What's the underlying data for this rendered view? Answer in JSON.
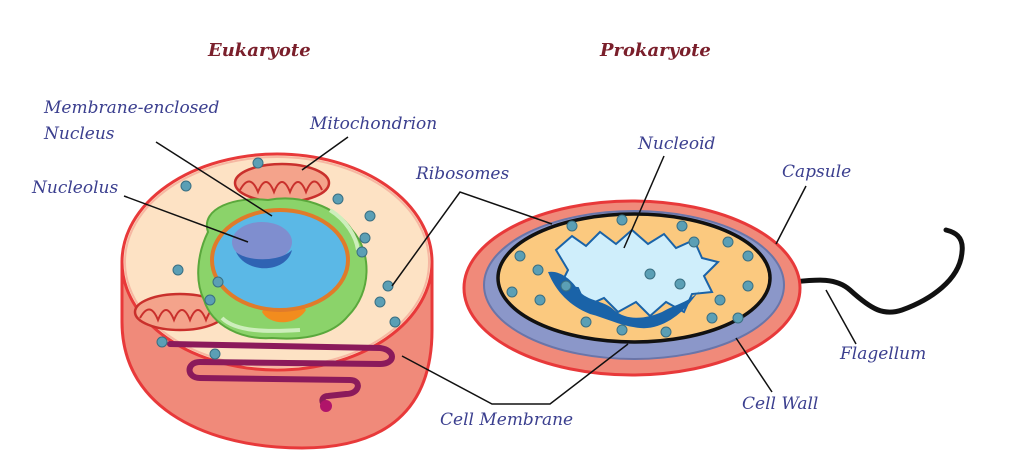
{
  "titles": {
    "eukaryote": "Eukaryote",
    "prokaryote": "Prokaryote"
  },
  "labels": {
    "membrane_enclosed_line1": "Membrane-enclosed",
    "membrane_enclosed_line2": "Nucleus",
    "mitochondrion": "Mitochondrion",
    "nucleolus": "Nucleolus",
    "ribosomes": "Ribosomes",
    "nucleoid": "Nucleoid",
    "capsule": "Capsule",
    "flagellum": "Flagellum",
    "cell_wall": "Cell Wall",
    "cell_membrane": "Cell Membrane"
  },
  "colors": {
    "cell_outer": "#e8393a",
    "cell_side": "#f08a7a",
    "cytoplasm": "#fde2c4",
    "nucleus": "#5bb8e6",
    "nucleolus": "#7f8ecf",
    "er": "#8bd36a",
    "golgi": "#f28c1e",
    "mito": "#f4a38b",
    "ribosome": "#5b9fb5",
    "vacuole": "#8b1a5b",
    "pro_cytoplasm": "#fbc97f",
    "pro_wall": "#8b97c9",
    "nucleoid": "#cfeefb",
    "dna_dark": "#1a63a8",
    "label_text": "#3b3f8f",
    "title_text": "#7a1f2b"
  }
}
